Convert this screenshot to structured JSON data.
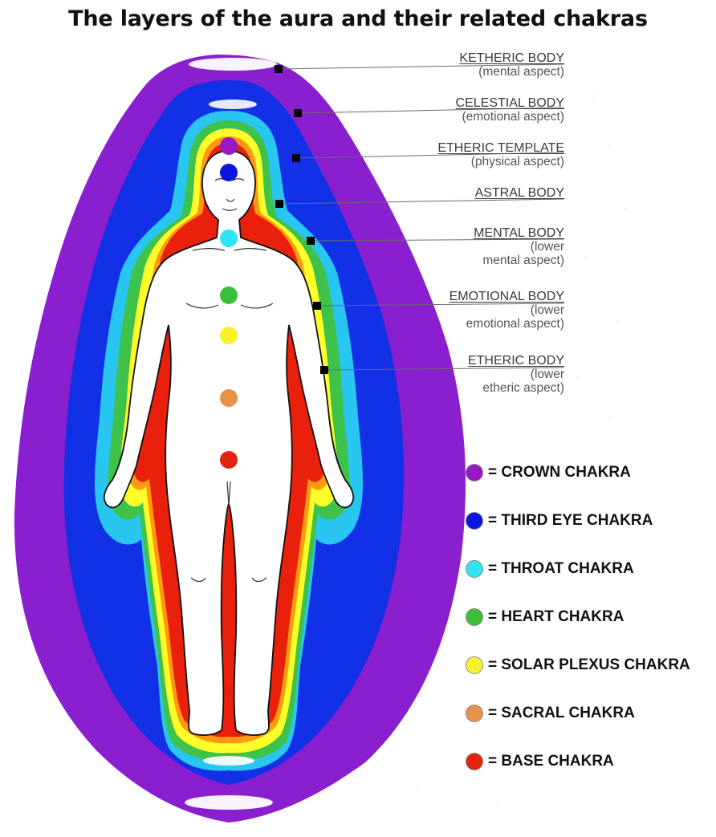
{
  "title": "The layers of the aura and their related chakras",
  "colors": {
    "ketheric": "#8a1fd0",
    "celestial": "#1230e6",
    "etheric_template": "#28c6f0",
    "astral": "#3ec24a",
    "mental": "#ffff2a",
    "emotional": "#ff9a10",
    "etheric": "#e8200c"
  },
  "aura_layers": [
    {
      "name": "KETHERIC BODY",
      "aspect": "(mental aspect)"
    },
    {
      "name": "CELESTIAL BODY",
      "aspect": "(emotional aspect)"
    },
    {
      "name": "ETHERIC TEMPLATE",
      "aspect": "(physical aspect)"
    },
    {
      "name": "ASTRAL BODY",
      "aspect": ""
    },
    {
      "name": "MENTAL BODY",
      "aspect": "(lower\nmental aspect)"
    },
    {
      "name": "EMOTIONAL BODY",
      "aspect": "(lower\nemotional aspect)"
    },
    {
      "name": "ETHERIC BODY",
      "aspect": "(lower\netheric aspect)"
    }
  ],
  "chakras": [
    {
      "label": "= CROWN CHAKRA",
      "color": "#9a18c4"
    },
    {
      "label": "= THIRD EYE CHAKRA",
      "color": "#0a16e0"
    },
    {
      "label": "= THROAT CHAKRA",
      "color": "#2fe4f4"
    },
    {
      "label": "= HEART CHAKRA",
      "color": "#3bbf3a"
    },
    {
      "label": "= SOLAR PLEXUS CHAKRA",
      "color": "#f8f22a"
    },
    {
      "label": "= SACRAL CHAKRA",
      "color": "#e8924a"
    },
    {
      "label": "= BASE CHAKRA",
      "color": "#e02410"
    }
  ]
}
